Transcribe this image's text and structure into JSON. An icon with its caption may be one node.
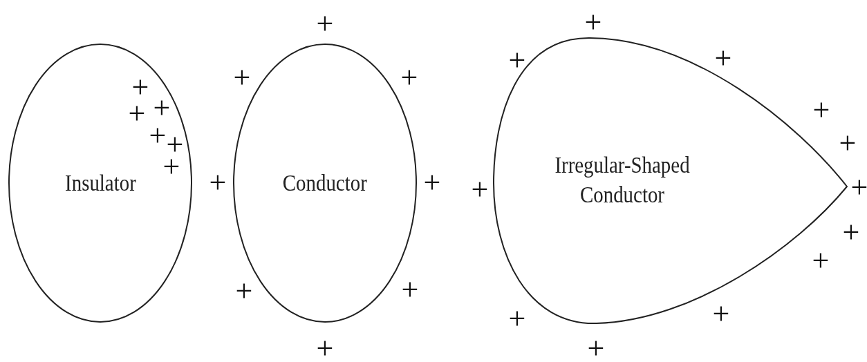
{
  "diagram": {
    "nodes": [
      {
        "text": [
          "Insulator"
        ]
      },
      {
        "text": [
          "Conductor"
        ]
      },
      {
        "text": [
          "Irregular-Shaped Conductor"
        ]
      }
    ],
    "labels": [
      "+",
      "+",
      "+",
      "+",
      "+",
      "+",
      "+",
      "+",
      "+",
      "+",
      "+",
      "+",
      "+",
      "+",
      "+",
      "+",
      "+",
      "+",
      "+",
      "+",
      "+",
      "+",
      "+",
      "+",
      "+",
      "+"
    ]
  }
}
